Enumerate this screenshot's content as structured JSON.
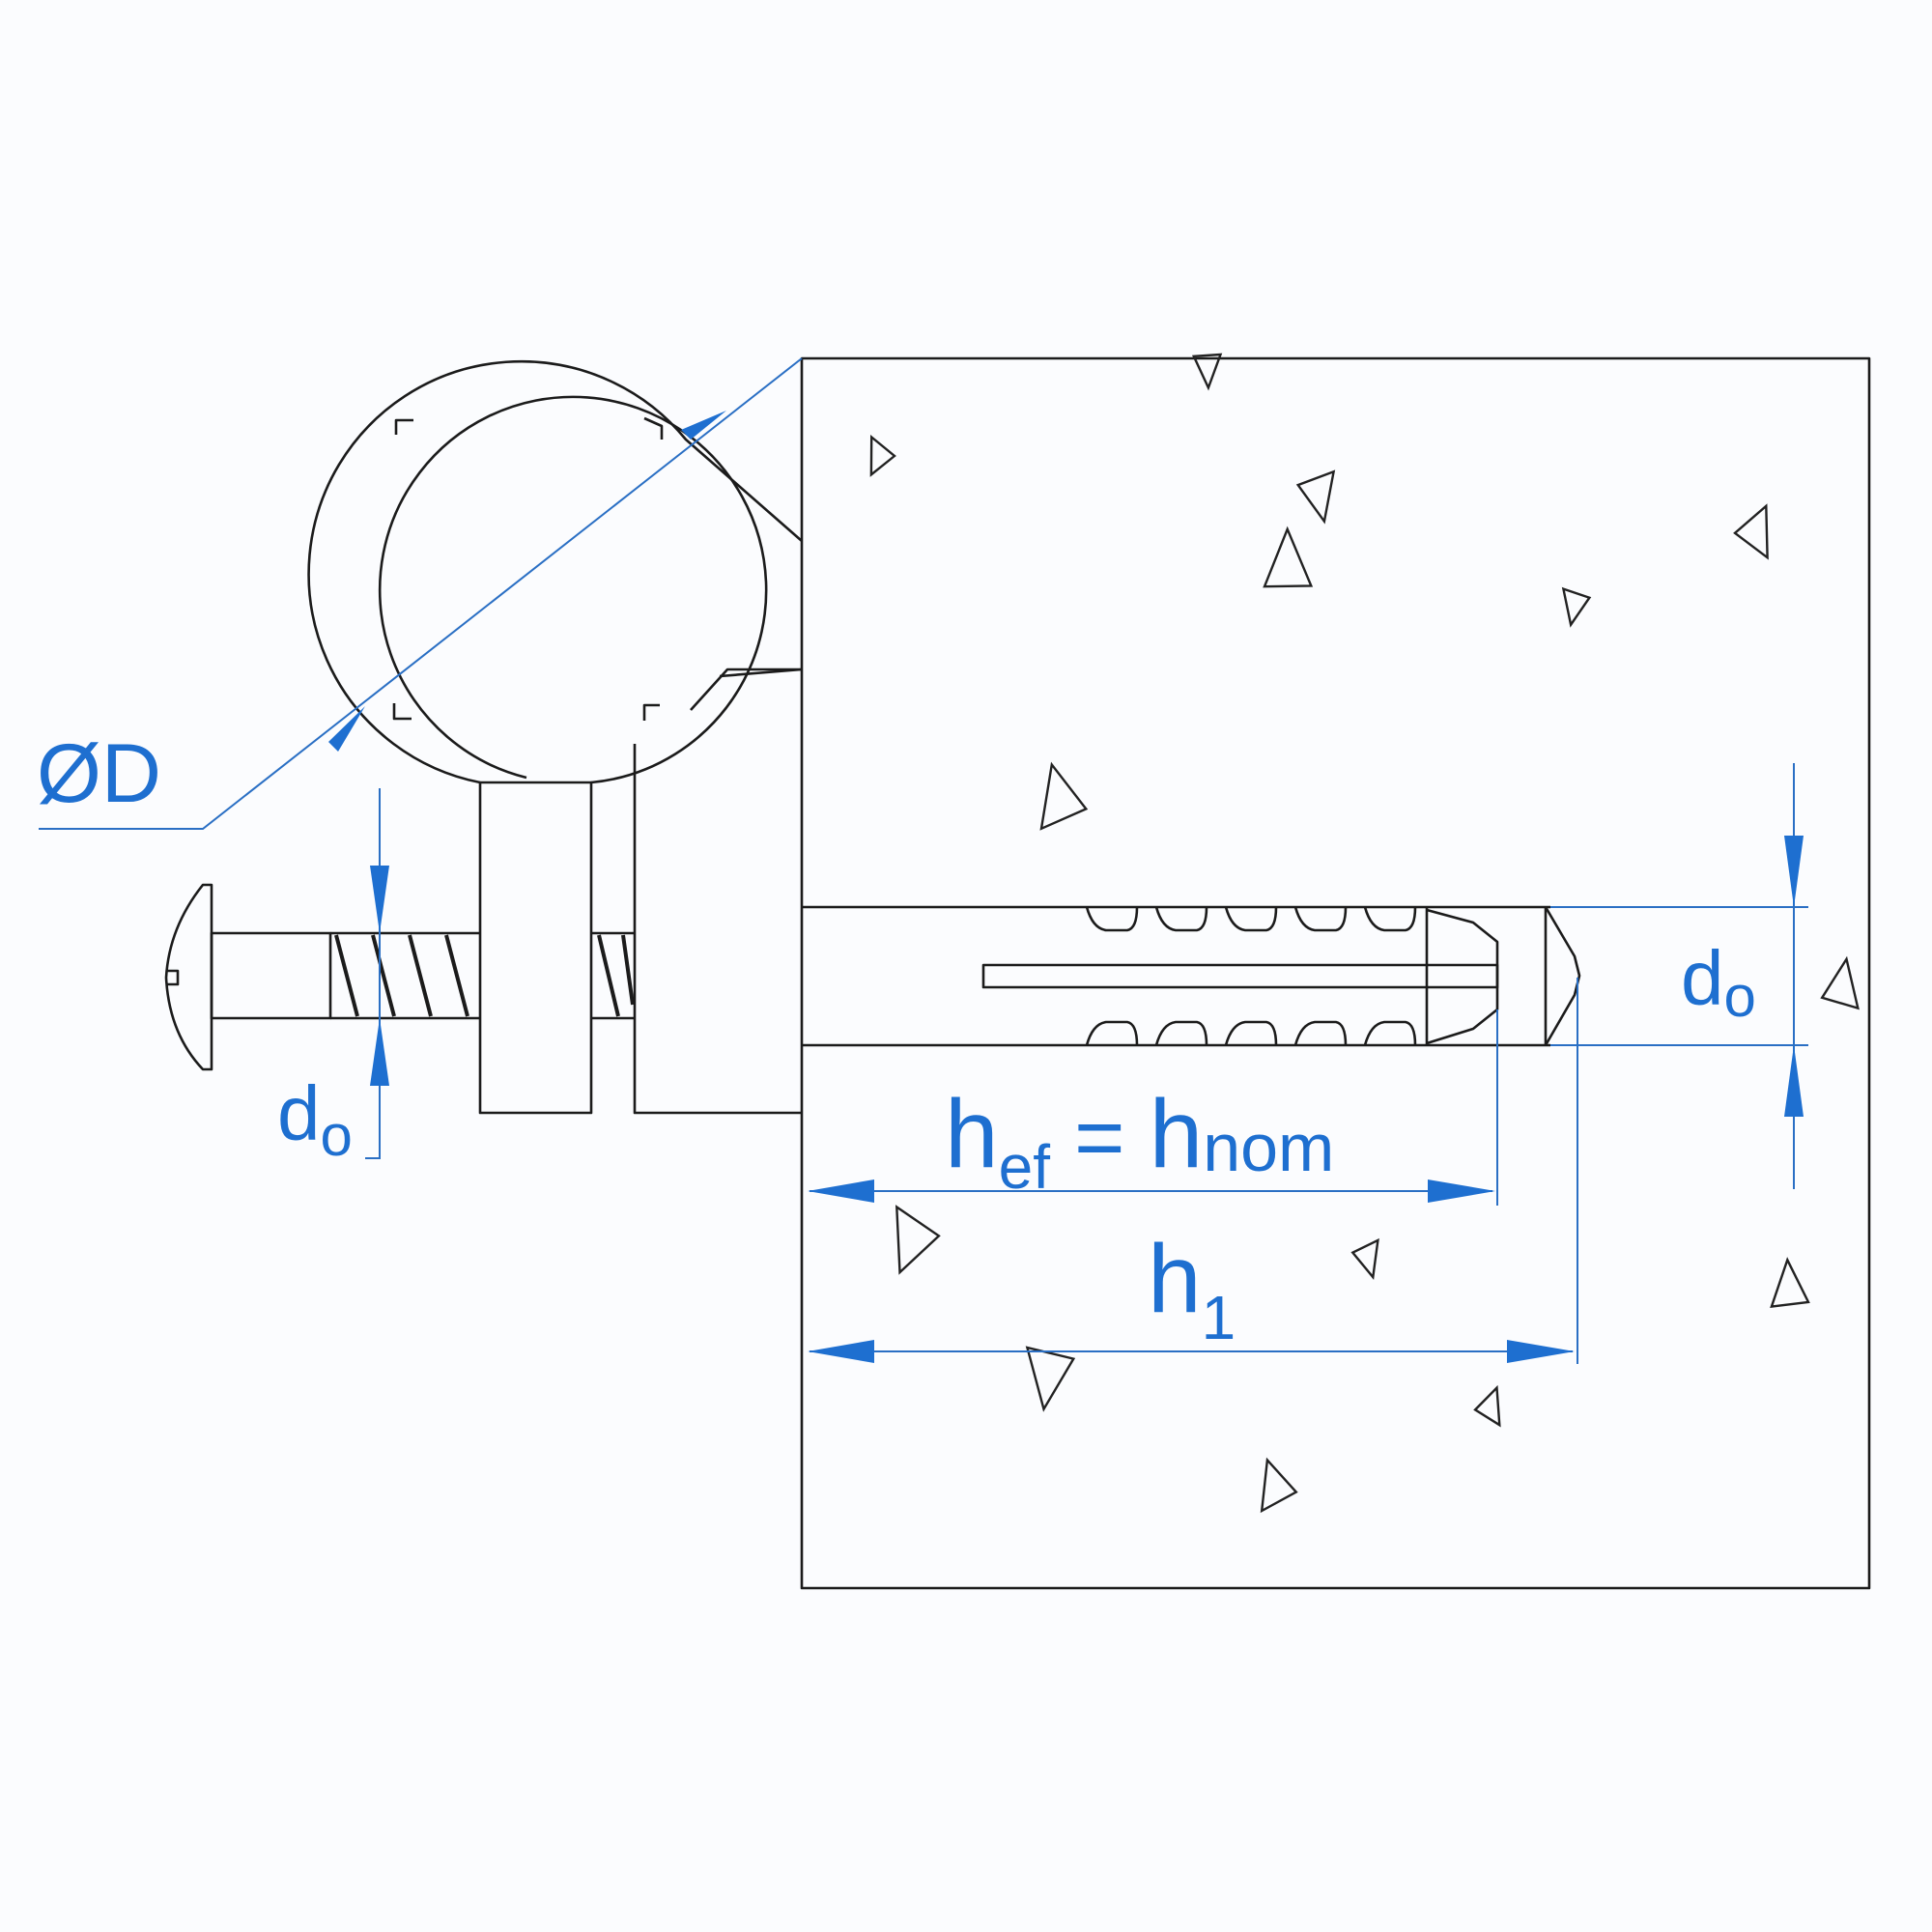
{
  "diagram": {
    "title": "Pipe clamp fixed with screw and wall plug in concrete",
    "colors": {
      "dimension": "#1e6fd0",
      "line": "#1b1b1b",
      "background": "#fbfcfe"
    },
    "labels": {
      "pipe_diameter": "ØD",
      "screw_diameter": {
        "main": "d",
        "sub": "o"
      },
      "hole_diameter": {
        "main": "d",
        "sub": "o"
      },
      "embedment": {
        "main": "h",
        "sub": "ef",
        "equals": "=",
        "main2": "h",
        "sub2": "nom"
      },
      "hole_depth": {
        "main": "h",
        "sub": "1"
      }
    }
  }
}
